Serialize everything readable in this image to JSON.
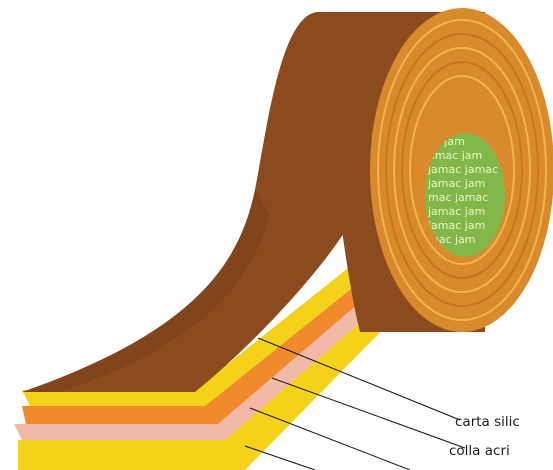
{
  "core": {
    "logo_rows": [
      "ac jam",
      "amac jam",
      "jamac jamac",
      "jamac jam",
      "mac jamac",
      "jamac jam",
      "jamac jam",
      "mac jam"
    ]
  },
  "callouts": [
    {
      "label": "carta silic"
    },
    {
      "label": "colla acri"
    }
  ],
  "colors": {
    "backing": "#8b4b1f",
    "backing_dark": "#6f3914",
    "roll_face": "#e39a36",
    "core_green": "#82b84a",
    "adhesive": "#f4d21a",
    "foam": "#f08a2c",
    "liner": "#f2b9a9"
  }
}
